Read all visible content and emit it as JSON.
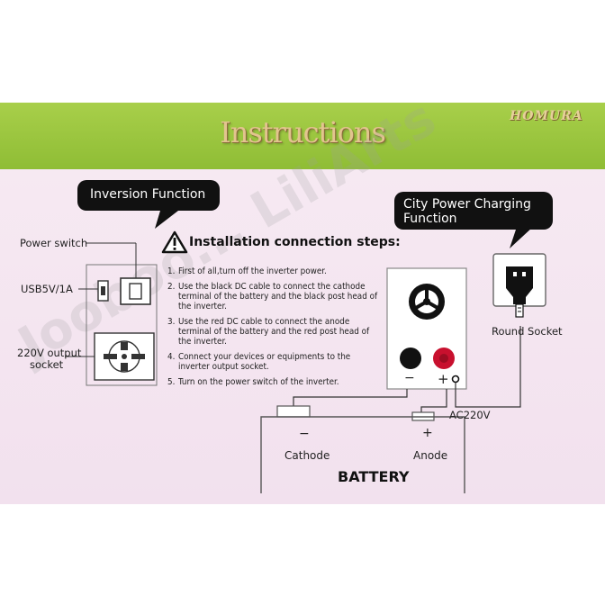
{
  "header": {
    "title": "Instructions",
    "brand": "HOMURA"
  },
  "watermark": "Jooboo... LiliArts",
  "callouts": {
    "inversion": "Inversion Function",
    "city_power": [
      "City Power Charging",
      "Function"
    ]
  },
  "left_panel": {
    "power_switch": "Power switch",
    "usb": "USB5V/1A",
    "socket": [
      "220V output",
      "socket"
    ]
  },
  "steps": {
    "heading": "Installation connection steps:",
    "items": [
      {
        "n": "1.",
        "text": "First of all,turn off the inverter power."
      },
      {
        "n": "2.",
        "text": "Use the black DC cable to connect the cathode terminal of the battery and the black post head of the inverter."
      },
      {
        "n": "3.",
        "text": "Use the red DC cable to connect the anode terminal of the battery and the red post head of the inverter."
      },
      {
        "n": "4.",
        "text": "Connect your devices or equipments to the inverter output socket."
      },
      {
        "n": "5.",
        "text": "Turn on the power switch of the inverter."
      }
    ]
  },
  "inverter": {
    "minus": "−",
    "plus": "+"
  },
  "round_socket": "Round Socket",
  "ac_label": "AC220V",
  "battery": {
    "title": "BATTERY",
    "cathode": "Cathode",
    "anode": "Anode",
    "minus": "−",
    "plus": "+"
  },
  "colors": {
    "banner": "#98c63d",
    "panel": "#f4e5f0",
    "callout": "#111111",
    "red_post": "#c8102e",
    "black_post": "#111111"
  },
  "icons": {
    "warning": "warning-triangle-icon",
    "fan": "fan-icon",
    "plug": "plug-icon"
  }
}
